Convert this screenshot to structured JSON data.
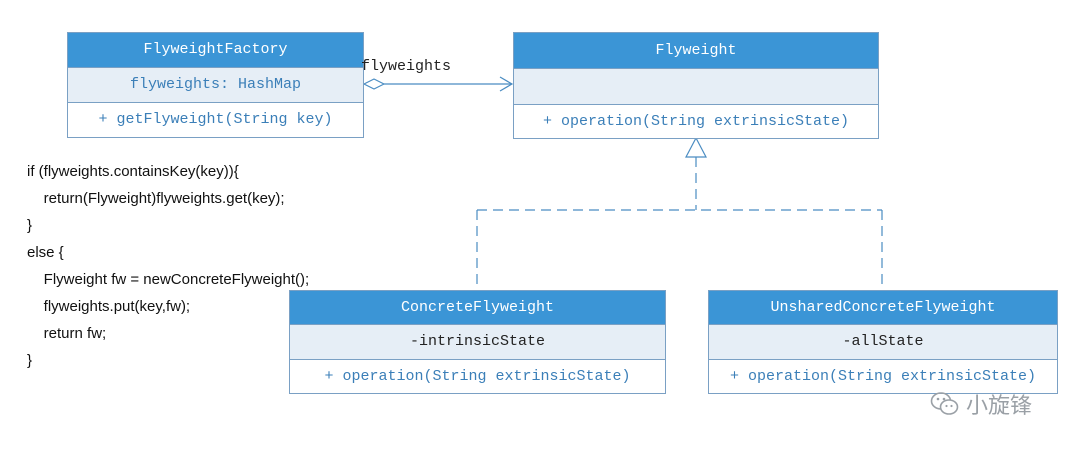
{
  "classes": {
    "factory": {
      "name": "FlyweightFactory",
      "attribute": "flyweights: HashMap",
      "operation": "+ getFlyweight(String key)"
    },
    "flyweight": {
      "name": "Flyweight",
      "attribute": "",
      "operation": "+ operation(String extrinsicState)"
    },
    "concrete": {
      "name": "ConcreteFlyweight",
      "attribute": "-intrinsicState",
      "operation": "+ operation(String extrinsicState)"
    },
    "unshared": {
      "name": "UnsharedConcreteFlyweight",
      "attribute": "-allState",
      "operation": "+ operation(String extrinsicState)"
    }
  },
  "association": {
    "label": "flyweights"
  },
  "code_lines": [
    "if (flyweights.containsKey(key)){",
    "    return(Flyweight)flyweights.get(key);",
    "}",
    "else {",
    "    Flyweight fw = newConcreteFlyweight();",
    "    flyweights.put(key,fw);",
    "    return fw;",
    "}"
  ],
  "watermark": {
    "text": "小旋锋",
    "icon": "wechat-icon"
  },
  "colors": {
    "header": "#3b95d6",
    "attribute_band": "#e6eef6",
    "border": "#7aa0c4",
    "connector": "#4a8cc2"
  }
}
